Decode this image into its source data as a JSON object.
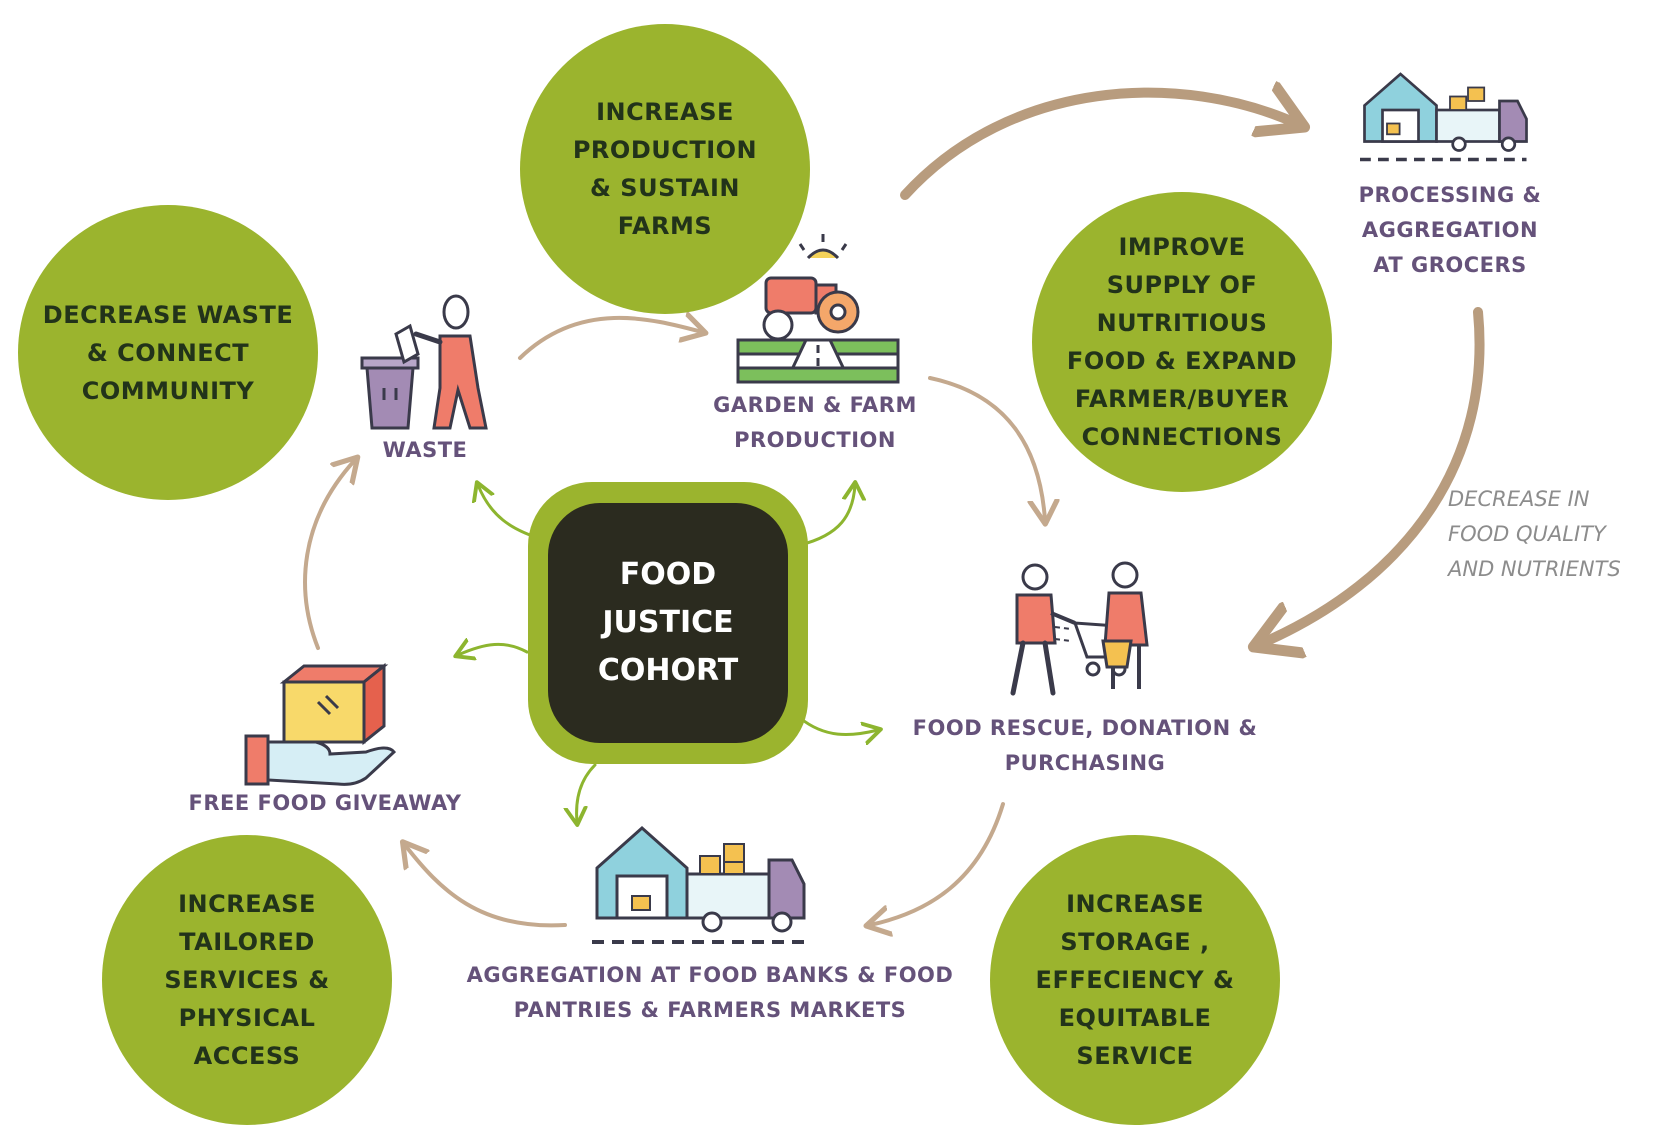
{
  "center": {
    "title": "FOOD\nJUSTICE\nCOHORT"
  },
  "goals": {
    "increase_production": "INCREASE\nPRODUCTION\n& SUSTAIN\nFARMS",
    "decrease_waste": "DECREASE WASTE\n& CONNECT\nCOMMUNITY",
    "improve_supply": "IMPROVE\nSUPPLY OF\nNUTRITIOUS\nFOOD & EXPAND\nFARMER/BUYER\nCONNECTIONS",
    "tailored_services": "INCREASE\nTAILORED\nSERVICES &\nPHYSICAL\nACCESS",
    "storage_efficiency": "INCREASE\nSTORAGE ,\nEFFECIENCY &\nEQUITABLE\nSERVICE"
  },
  "stages": {
    "processing": "PROCESSING &\nAGGREGATION\nAT GROCERS",
    "garden_farm": "GARDEN & FARM\nPRODUCTION",
    "waste": "WASTE",
    "food_rescue": "FOOD RESCUE, DONATION &\nPURCHASING",
    "free_food": "FREE FOOD GIVEAWAY",
    "aggregation": "AGGREGATION AT FOOD BANKS & FOOD\nPANTRIES & FARMERS MARKETS"
  },
  "notes": {
    "quality_decrease": "DECREASE IN\nFOOD QUALITY\nAND NUTRIENTS"
  },
  "colors": {
    "goal_green": "#9bb42e",
    "center_dark": "#2b2b1f",
    "stage_purple": "#65527a",
    "flow_arrow": "#c4a98e",
    "hub_arrow": "#8db52f"
  },
  "icons": [
    "warehouse-truck-icon",
    "farm-tractor-icon",
    "waste-bin-person-icon",
    "shopping-people-icon",
    "gift-hand-icon"
  ]
}
